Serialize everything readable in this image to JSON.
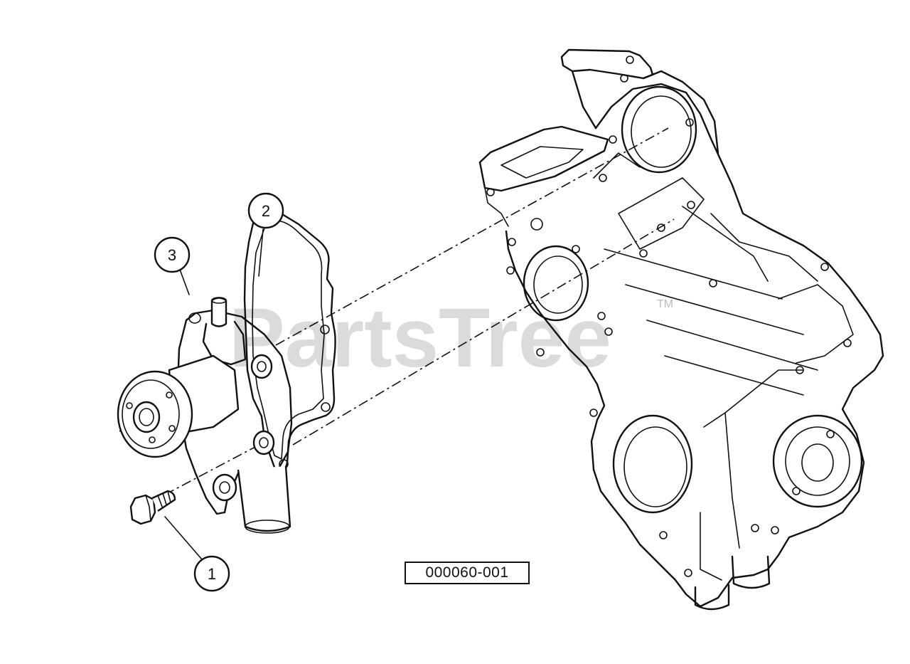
{
  "callouts": [
    {
      "label": "1"
    },
    {
      "label": "2"
    },
    {
      "label": "3"
    }
  ],
  "diagram_id": "000060-001",
  "watermark": {
    "text": "PartsTree",
    "trademark": "TM"
  },
  "parts": [
    "bolt-icon",
    "gasket-icon",
    "water-pump-icon",
    "gear-case-cover-icon"
  ]
}
